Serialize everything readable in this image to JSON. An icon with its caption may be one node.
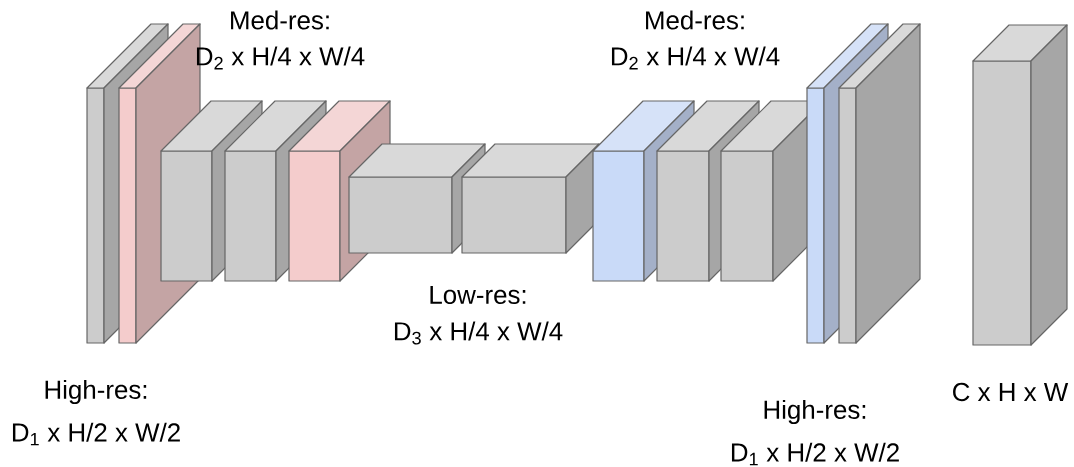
{
  "diagram": {
    "labels": [
      "Med-res:",
      "D$_{2}$ x H/4 x W/4",
      "Med-res:",
      "D$_{2}$ x H/4 x W/4",
      "Low-res:",
      "D$_{3}$ x H/4 x W/4",
      "High-res:",
      "D$_{1}$ x H/2 x W/2",
      "C x H x W",
      "High-res:",
      "D$_{1}$ x H/2 x W/2"
    ]
  }
}
